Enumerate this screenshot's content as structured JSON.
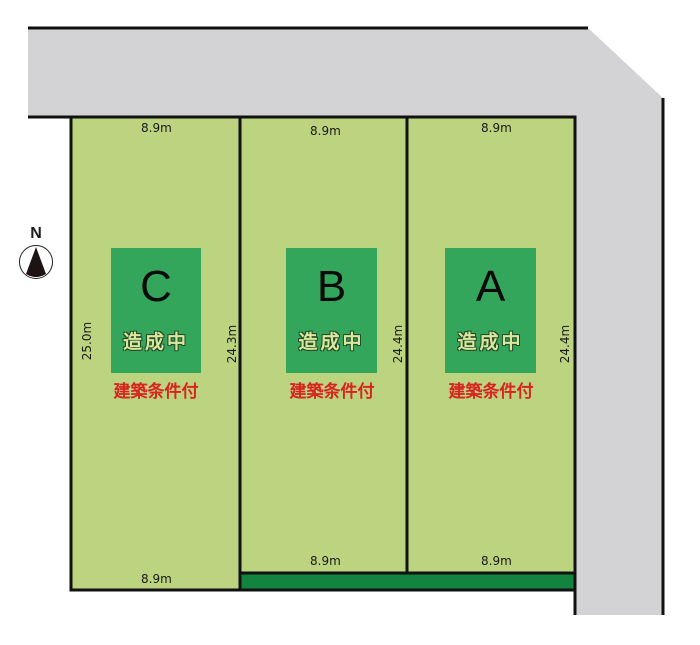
{
  "compass": {
    "label": "N",
    "icon": "north-arrow-icon"
  },
  "colors": {
    "road": "#d3d3d5",
    "lot": "#bcd37f",
    "lot_box": "#33a65c",
    "strip": "#138440",
    "border": "#111111",
    "condition_text": "#d8231f",
    "status_text": "#d9e89a"
  },
  "lots": [
    {
      "id": "C",
      "letter": "C",
      "status": "造成中",
      "condition": "建築条件付",
      "top_width": "8.9m",
      "bottom_width": "8.9m",
      "left_depth": "25.0m",
      "right_depth": "24.3m"
    },
    {
      "id": "B",
      "letter": "B",
      "status": "造成中",
      "condition": "建築条件付",
      "top_width": "8.9m",
      "bottom_width": "8.9m",
      "right_depth": "24.4m"
    },
    {
      "id": "A",
      "letter": "A",
      "status": "造成中",
      "condition": "建築条件付",
      "top_width": "8.9m",
      "bottom_width": "8.9m",
      "right_depth": "24.4m"
    }
  ]
}
